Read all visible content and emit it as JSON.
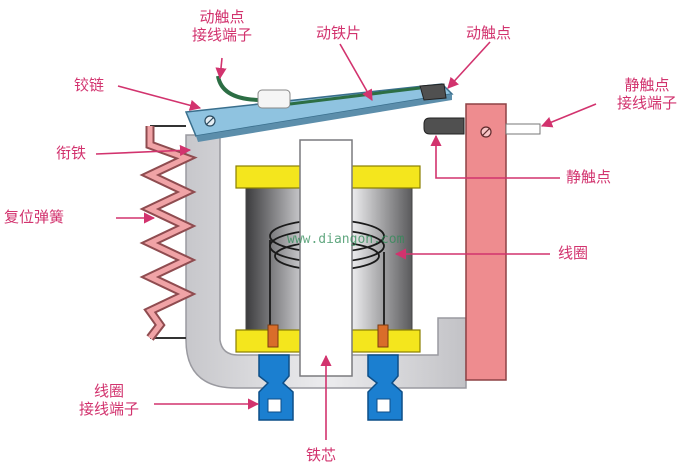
{
  "labels": {
    "moving_contact_terminal": [
      "动触点",
      "接线端子"
    ],
    "moving_iron_piece": "动铁片",
    "moving_contact": "动触点",
    "hinge": "铰链",
    "static_contact_terminal": [
      "静触点",
      "接线端子"
    ],
    "armature": "衔铁",
    "static_contact": "静触点",
    "return_spring": "复位弹簧",
    "coil": "线圈",
    "coil_terminal": [
      "线圈",
      "接线端子"
    ],
    "iron_core": "铁芯"
  },
  "watermark": "www.diangon.com",
  "colors": {
    "label": "#d2336e",
    "armature_frame": "#d9d9dc",
    "moving_plate": "#8fc3e0",
    "static_bar": "#ee8c8f",
    "bobbin_flange": "#f4e61d",
    "terminal": "#1b7fd0",
    "spring": "#d87b7f",
    "contact": "#505050"
  }
}
